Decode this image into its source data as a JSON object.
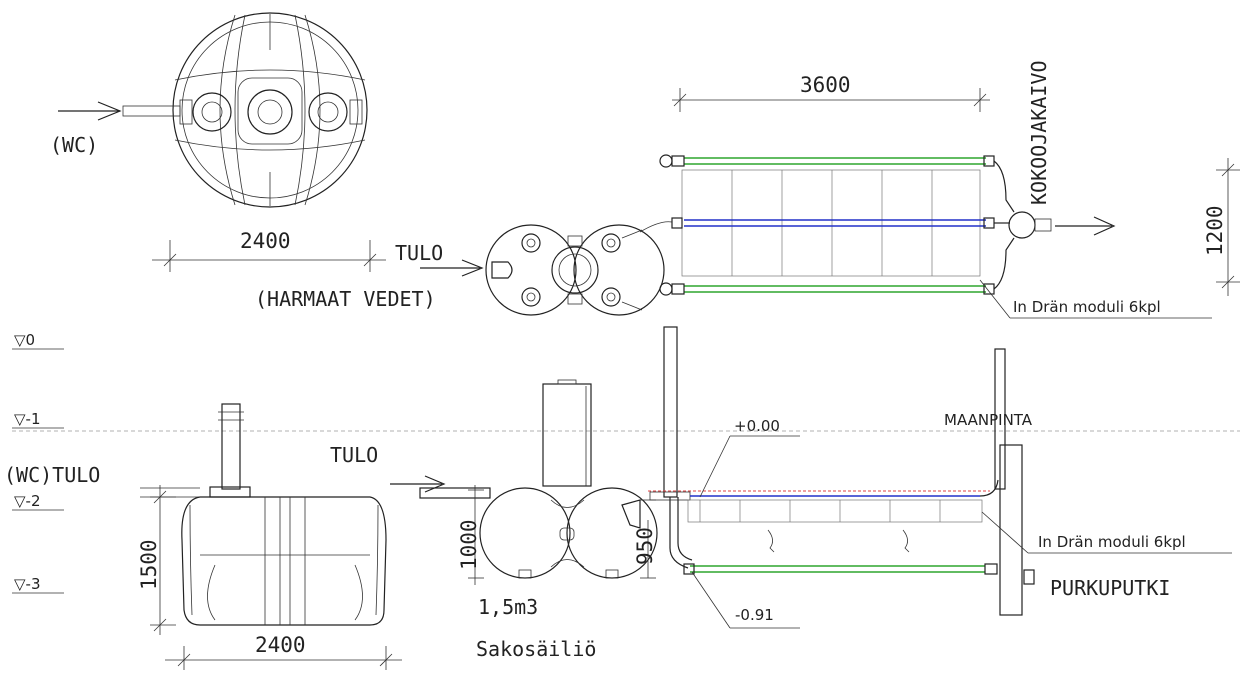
{
  "top_view": {
    "wc_label": "(WC)",
    "dim_tank": "2400",
    "inlet_label": "TULO",
    "greywater_label": "(HARMAAT VEDET)",
    "dim_length": "3600",
    "dim_width": "1200",
    "collection_well": "KOKOOJAKAIVO",
    "module_label": "In Drän moduli 6kpl"
  },
  "section_view": {
    "levels": [
      "▽0",
      "▽-1",
      "▽-2",
      "▽-3"
    ],
    "wc_inlet": "(WC)TULO",
    "dim_height": "1500",
    "dim_tank": "2400",
    "inlet_label": "TULO",
    "dim_1000": "1000",
    "dim_950": "950",
    "volume": "1,5m3",
    "tank_name": "Sakosäiliö",
    "elev_top": "+0.00",
    "elev_bottom": "-0.91",
    "ground": "MAANPINTA",
    "module_label": "In Drän moduli 6kpl",
    "outlet": "PURKUPUTKI"
  }
}
